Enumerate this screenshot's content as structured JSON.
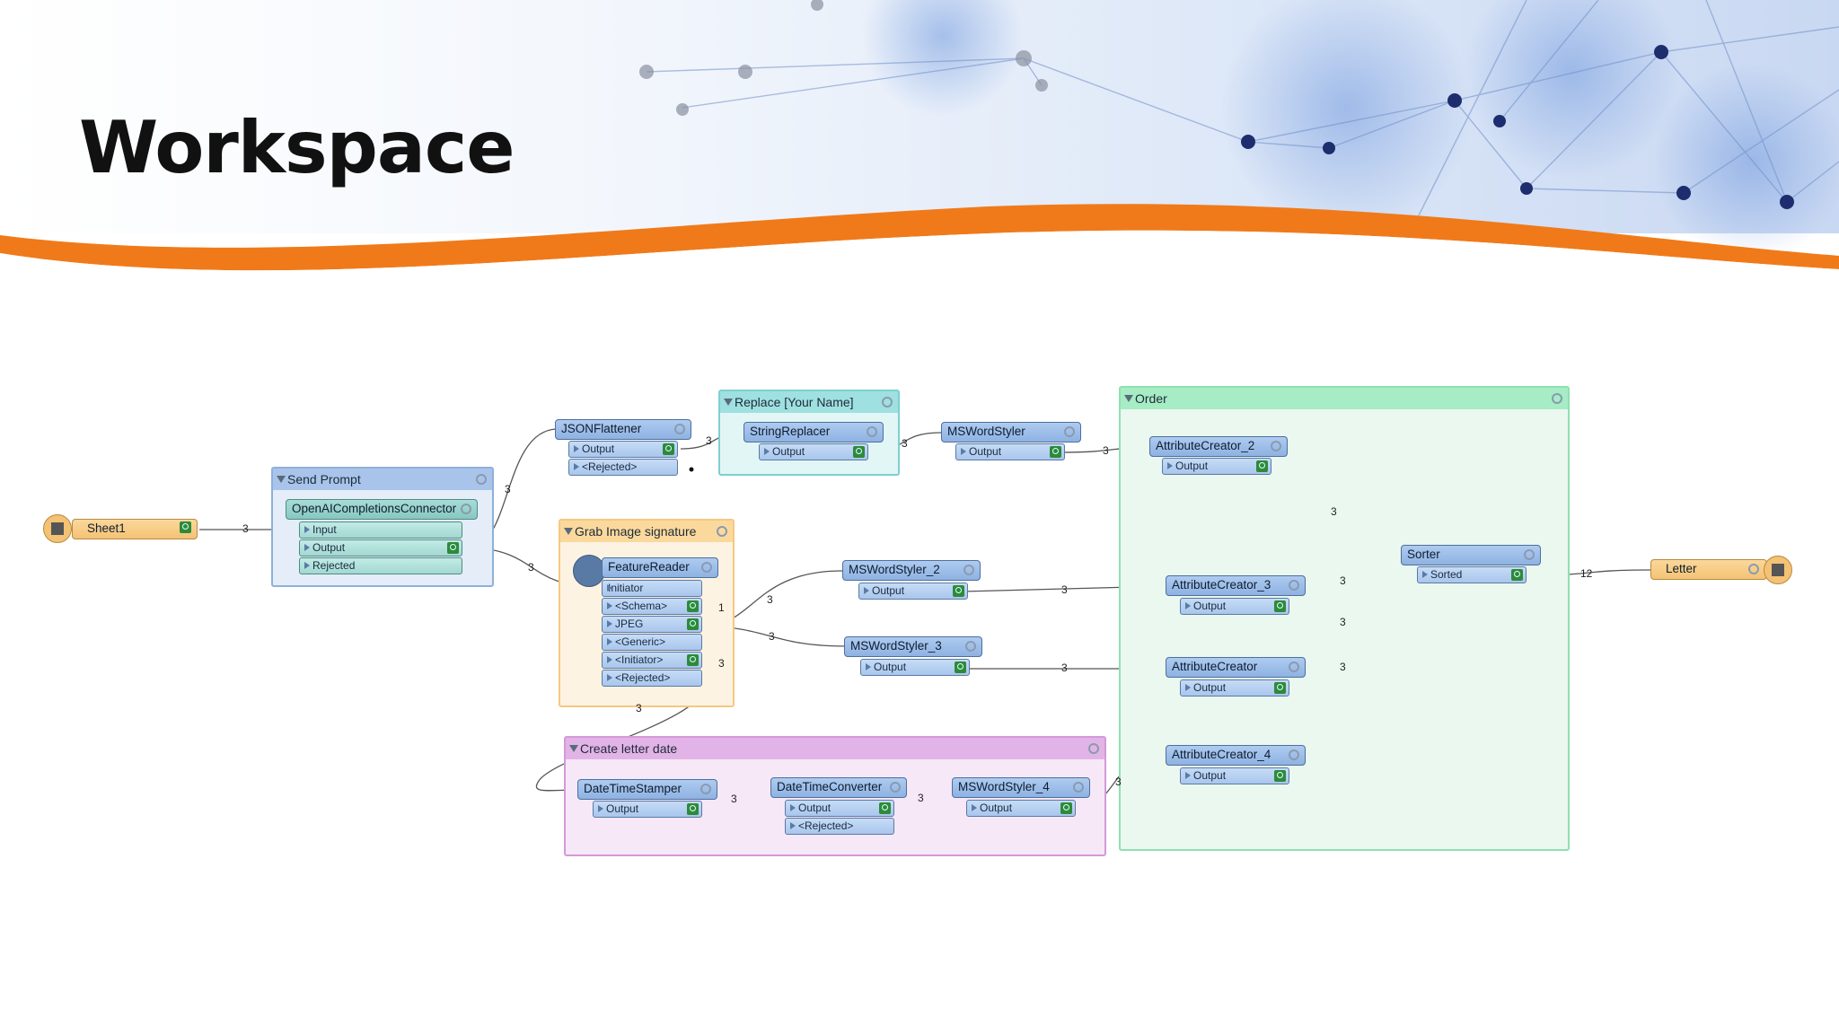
{
  "slide": {
    "title": "Workspace",
    "colors": {
      "accent_orange": "#f07a1a",
      "network_blue": "#2a3f8c"
    }
  },
  "bookmarks": {
    "send_prompt": "Send Prompt",
    "replace": "Replace [Your Name]",
    "order": "Order",
    "grab_image": "Grab Image signature",
    "letter_date": "Create letter date"
  },
  "nodes": {
    "sheet1": "Sheet1",
    "openai": "OpenAICompletionsConnector",
    "openai_ports": [
      "Input",
      "Output",
      "Rejected"
    ],
    "jsonflattener": "JSONFlattener",
    "jsonflattener_ports": [
      "Output",
      "<Rejected>"
    ],
    "stringreplacer": "StringReplacer",
    "stringreplacer_ports": [
      "Output"
    ],
    "mswordstyler": "MSWordStyler",
    "mswordstyler_ports": [
      "Output"
    ],
    "featurereader": "FeatureReader",
    "featurereader_ports": [
      "Initiator",
      "<Schema>",
      "JPEG",
      "<Generic>",
      "<Initiator>",
      "<Rejected>"
    ],
    "mswordstyler_2": "MSWordStyler_2",
    "mswordstyler_2_ports": [
      "Output"
    ],
    "mswordstyler_3": "MSWordStyler_3",
    "mswordstyler_3_ports": [
      "Output"
    ],
    "attributecreator_2": "AttributeCreator_2",
    "attributecreator_2_ports": [
      "Output"
    ],
    "attributecreator_3": "AttributeCreator_3",
    "attributecreator_3_ports": [
      "Output"
    ],
    "attributecreator": "AttributeCreator",
    "attributecreator_ports": [
      "Output"
    ],
    "attributecreator_4": "AttributeCreator_4",
    "attributecreator_4_ports": [
      "Output"
    ],
    "sorter": "Sorter",
    "sorter_ports": [
      "Sorted"
    ],
    "letter": "Letter",
    "datetimestamper": "DateTimeStamper",
    "datetimestamper_ports": [
      "Output"
    ],
    "datetimeconverter": "DateTimeConverter",
    "datetimeconverter_ports": [
      "Output",
      "<Rejected>"
    ],
    "mswordstyler_4": "MSWordStyler_4",
    "mswordstyler_4_ports": [
      "Output"
    ]
  },
  "feature_counts": {
    "sheet1_to_openai": "3",
    "openai_to_json": "3",
    "openai_to_reader": "3",
    "json_to_replacer": "3",
    "replacer_to_styler": "3",
    "styler_to_ac2": "3",
    "schema": "1",
    "jpeg_to_styler2": "3",
    "jpeg_to_styler3": "3",
    "initiator_out": "3",
    "to_datetime": "3",
    "styler2_to_ac3": "3",
    "styler3_to_ac": "3",
    "stamper_to_converter": "3",
    "converter_to_styler4": "3",
    "styler4_to_ac4": "3",
    "ac2_to_sorter": "3",
    "ac3_to_sorter": "3",
    "ac_to_sorter": "3",
    "ac4_to_sorter": "3",
    "sorter_to_letter": "12"
  }
}
